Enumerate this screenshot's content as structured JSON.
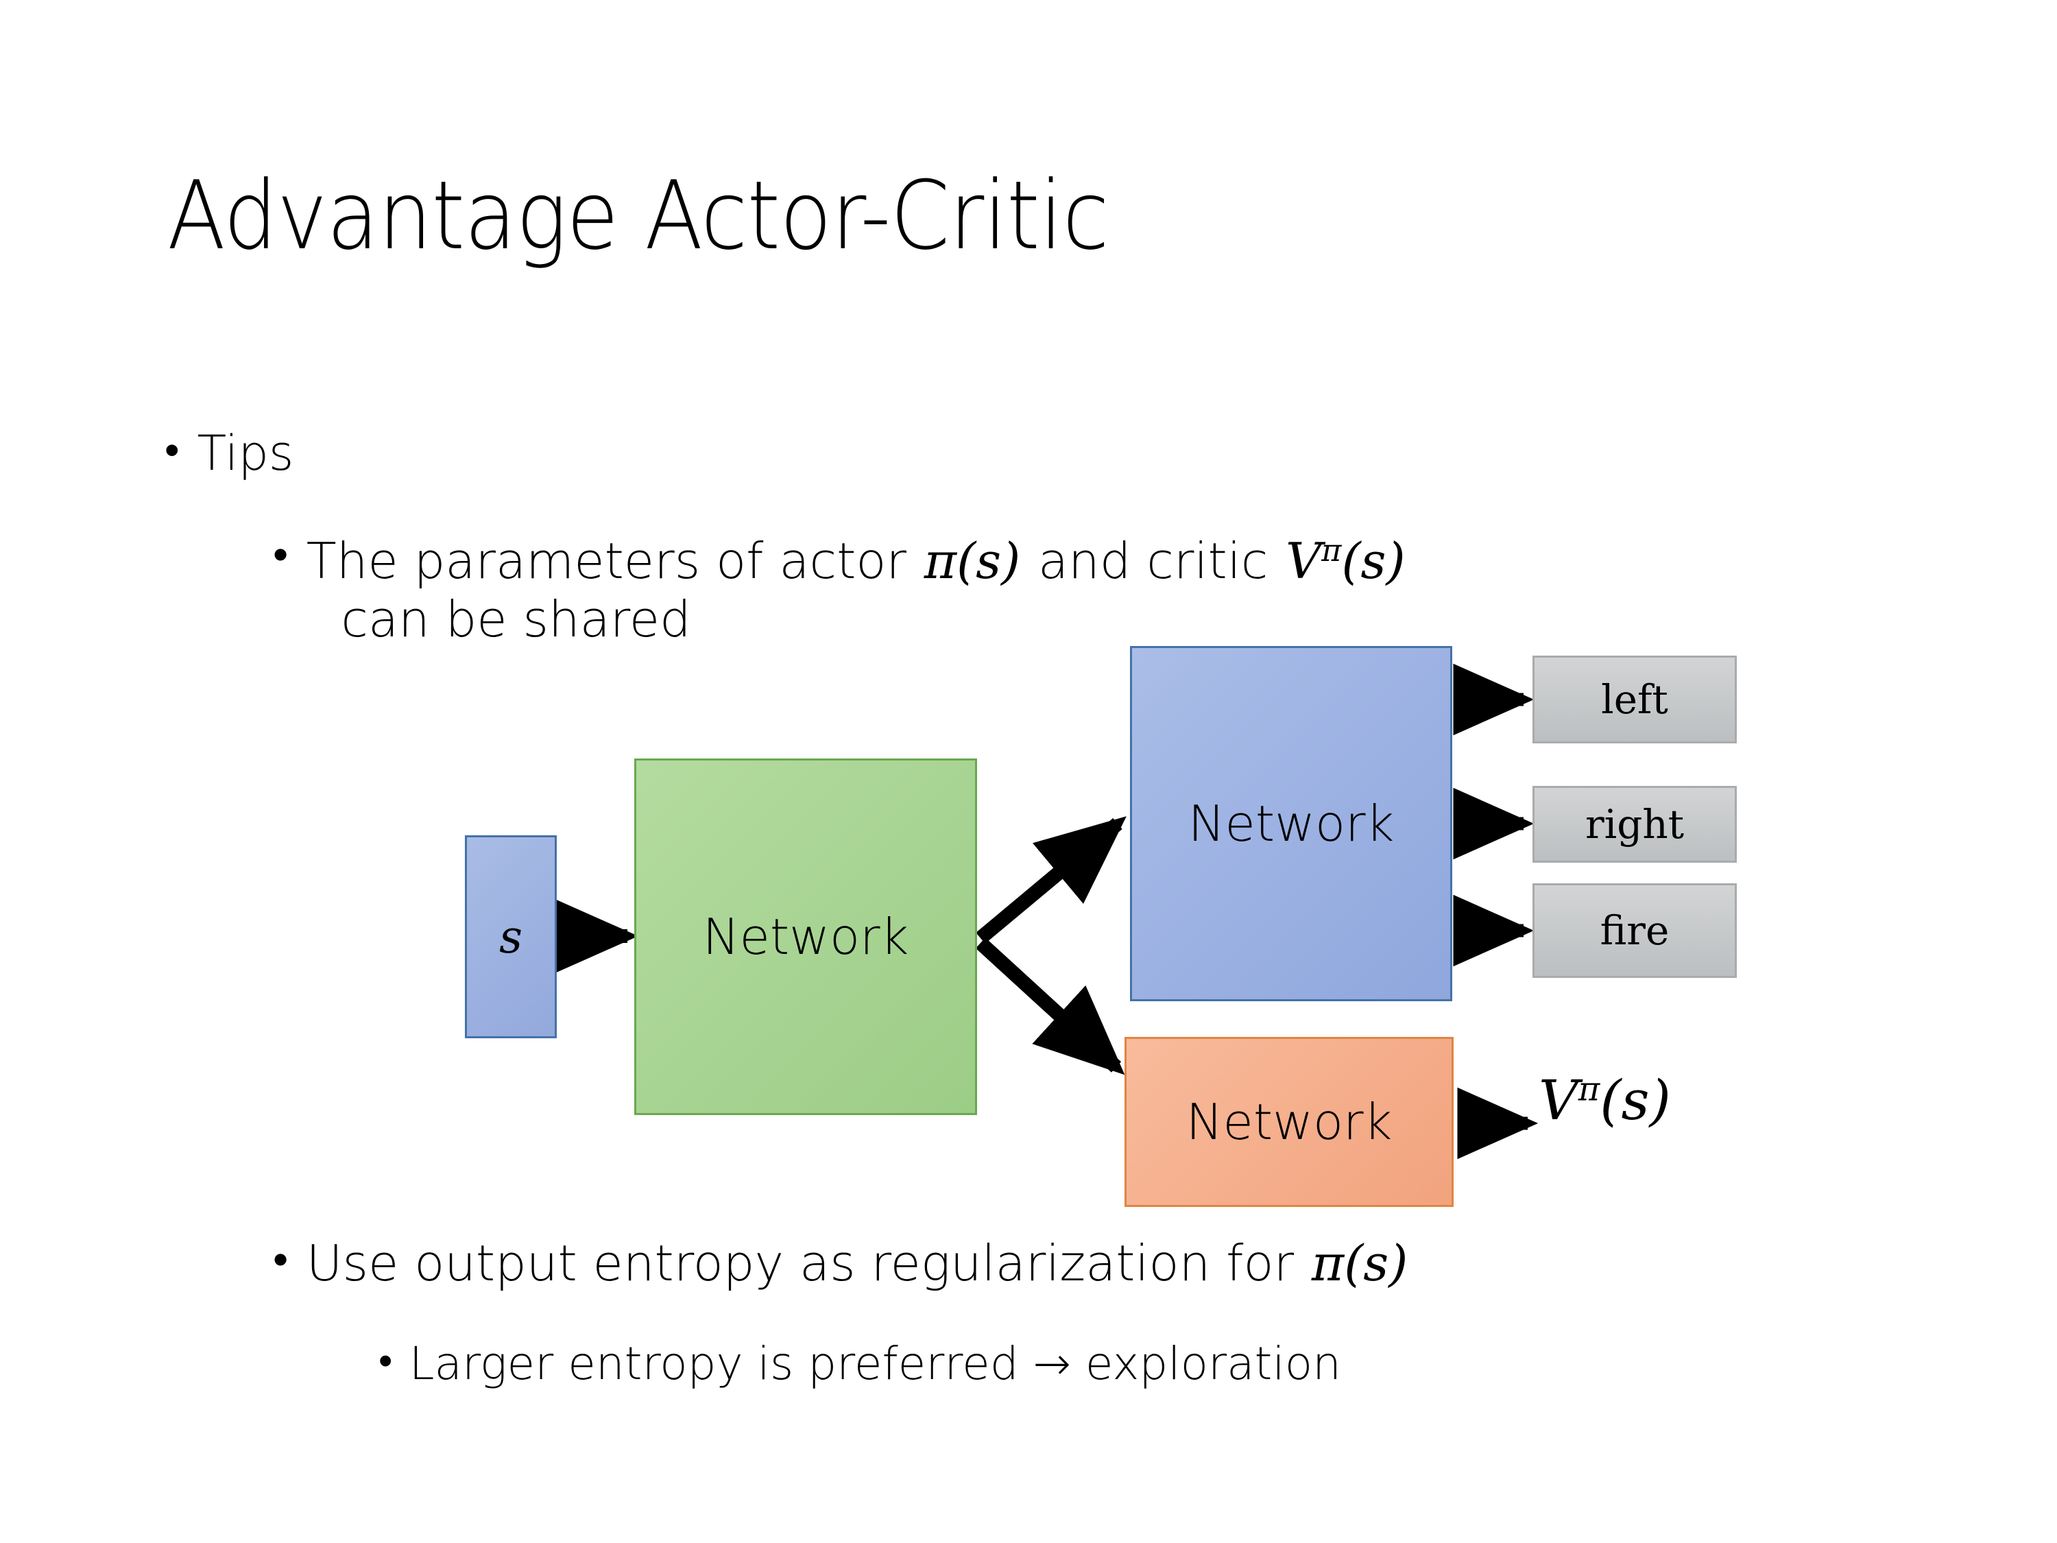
{
  "slide": {
    "title": "Advantage Actor-Critic",
    "background_color": "#ffffff"
  },
  "bullets": {
    "level1": {
      "marker": "•",
      "text": "Tips"
    },
    "params": {
      "marker": "•",
      "line1_prefix": "The parameters of actor ",
      "math_pi": "π(s)",
      "line1_mid": "  and critic ",
      "math_v_base": "V",
      "math_v_sup": "π",
      "math_v_arg": "(s)",
      "line2": "can be shared"
    },
    "entropy": {
      "marker": "•",
      "text_prefix": "Use output entropy as regularization for ",
      "math_pi": "π(s)"
    },
    "larger": {
      "marker": "•",
      "text": "Larger entropy is preferred → exploration"
    }
  },
  "diagram": {
    "state_box": {
      "label": "s",
      "fill": "#9db2e0",
      "border": "#4472a8"
    },
    "shared_network": {
      "label": "Network",
      "fill": "#a9d18e",
      "border": "#6aa84f"
    },
    "actor_network": {
      "label": "Network",
      "fill": "#9cb3e4",
      "border": "#4472a8"
    },
    "critic_network": {
      "label": "Network",
      "fill": "#f4ab87",
      "border": "#e08542"
    },
    "action_outputs": [
      {
        "label": "left",
        "fill": "#c8cacb",
        "border": "#a9abad"
      },
      {
        "label": "right",
        "fill": "#c8cacb",
        "border": "#a9abad"
      },
      {
        "label": "fire",
        "fill": "#c8cacb",
        "border": "#a9abad"
      }
    ],
    "value_output": {
      "base": "V",
      "sup": "π",
      "arg": "(s)"
    },
    "arrow_color": "#000000"
  }
}
